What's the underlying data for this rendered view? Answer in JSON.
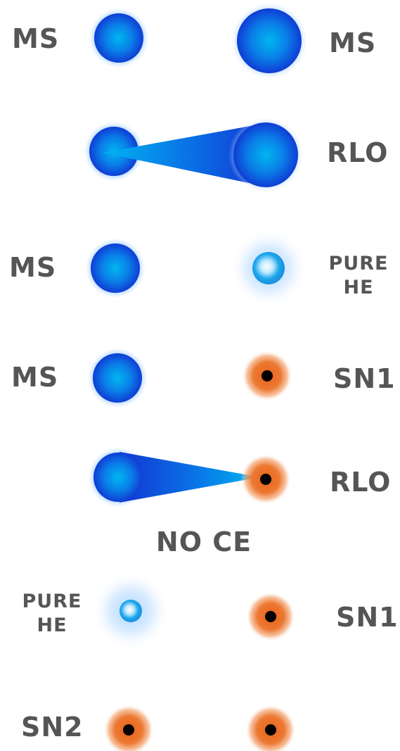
{
  "colors": {
    "star_main": "#0b3fd6",
    "star_core": "#00b0ee",
    "star_glow": "#8fc6ff",
    "he_core": "#27a5e8",
    "sn_glow": "#e8782f",
    "remnant": "#000000",
    "label": "#555555"
  },
  "icons": {
    "main_sequence_star": "blue-sphere",
    "helium_star": "small-cyan-sphere-with-glow",
    "compact_remnant": "black-dot-with-orange-glow",
    "mass_stream": "blue-cone"
  },
  "stages": [
    {
      "stage": 1,
      "left_label": "MS",
      "right_label": "MS"
    },
    {
      "stage": 2,
      "right_label": "RLO"
    },
    {
      "stage": 3,
      "left_label": "MS",
      "right_label_line1": "PURE",
      "right_label_line2": "HE"
    },
    {
      "stage": 4,
      "left_label": "MS",
      "right_label": "SN1"
    },
    {
      "stage": 5,
      "right_label": "RLO"
    },
    {
      "stage": 6,
      "center_label": "NO CE"
    },
    {
      "stage": 7,
      "left_label_line1": "PURE",
      "left_label_line2": "HE",
      "right_label": "SN1"
    },
    {
      "stage": 8,
      "left_label": "SN2"
    }
  ]
}
